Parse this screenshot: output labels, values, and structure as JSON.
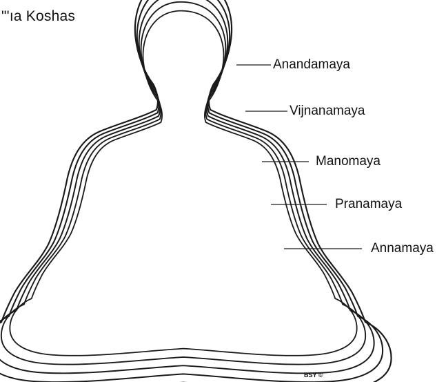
{
  "title": "\"'ıa Koshas",
  "labels": [
    "Anandamaya",
    "Vijnanamaya",
    "Manomaya",
    "Pranamaya",
    "Annamaya"
  ],
  "copyright": "BSY ©",
  "colors": {
    "figure": "#0b0b0b",
    "line": "#1a1a1a",
    "background": "#ffffff"
  }
}
